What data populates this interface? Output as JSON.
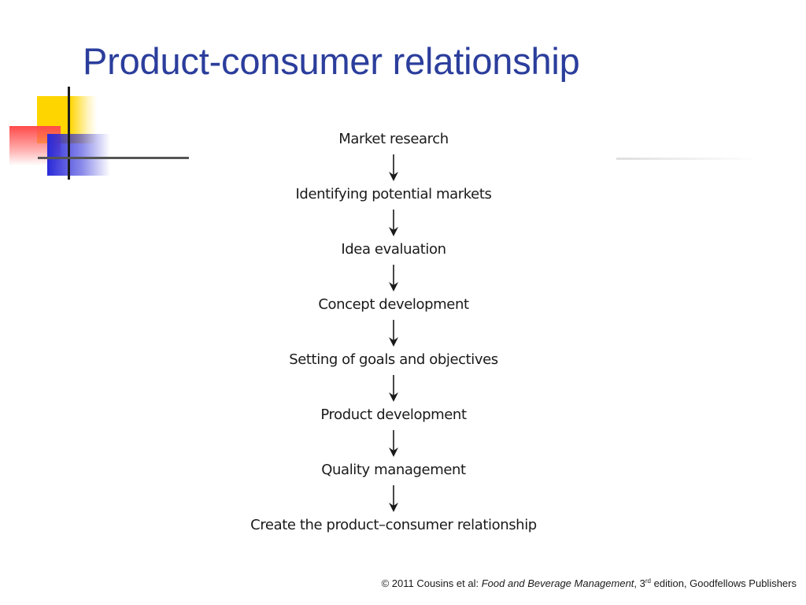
{
  "slide": {
    "title": "Product-consumer relationship",
    "colors": {
      "title": "#2b3e9c",
      "yellow": "#ffd500",
      "red": "#ff4a4a",
      "blue": "#2a2ad9",
      "text": "#1a1a1a"
    }
  },
  "flowchart": {
    "steps": [
      "Market research",
      "Identifying potential markets",
      "Idea evaluation",
      "Concept development",
      "Setting of goals and objectives",
      "Product development",
      "Quality management",
      "Create the product–consumer relationship"
    ],
    "arrow_icon": "arrow-down-icon"
  },
  "footer": {
    "prefix": "© 2011 Cousins et al: ",
    "book": "Food and Beverage Management",
    "sep": ", 3",
    "sup": "rd",
    "suffix": " edition, Goodfellows Publishers"
  }
}
